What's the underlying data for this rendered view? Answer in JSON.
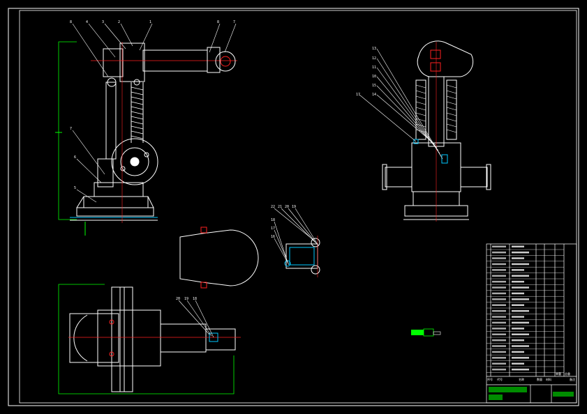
{
  "drawing": {
    "background": "#000000",
    "line_color": "#ffffff",
    "centerline_color": "#ff2020",
    "section_color": "#00c8ff",
    "accent_green": "#00ff00"
  },
  "balloons": {
    "side_view": [
      "8",
      "4",
      "3",
      "2",
      "1",
      "8",
      "7",
      "7",
      "6",
      "5"
    ],
    "right_view": [
      "13",
      "12",
      "11",
      "10",
      "15",
      "14",
      "17"
    ],
    "plan_view": [
      "20",
      "19",
      "18"
    ],
    "detail": [
      "22",
      "21",
      "20",
      "19",
      "18",
      "17",
      "16"
    ]
  },
  "title_block": {
    "header": [
      "序号",
      "代号",
      "名称",
      "数量",
      "材料",
      "单重",
      "总重",
      "备注"
    ]
  }
}
